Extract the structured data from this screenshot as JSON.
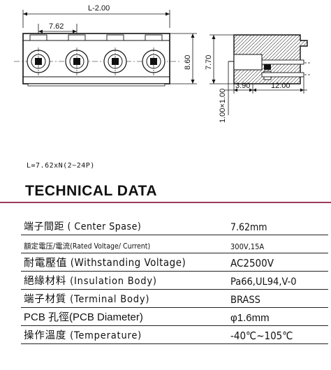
{
  "drawing": {
    "dims": {
      "overall_length": "L-2.00",
      "pitch": "7.62",
      "height_front": "8.60",
      "height_side": "7.70",
      "pin_size": "1.00×1.00",
      "pin_offset": "3.90",
      "pin_length": "12.00"
    }
  },
  "formula": "L=7.62xN(2~24P)",
  "section_title": "TECHNICAL DATA",
  "specs": [
    {
      "label": "端子間距 ( Center Spase)",
      "value": "7.62mm"
    },
    {
      "label": "額定電压/電流(Rated Voltage/ Current)",
      "value": "300V,15A"
    },
    {
      "label": "耐電壓值 (Withstanding Voltage)",
      "value": "AC2500V"
    },
    {
      "label": "絕緣材料 (Insulation Body)",
      "value": "Pa66,UL94,V-0"
    },
    {
      "label": "端子材質 (Terminal Body)",
      "value": "BRASS"
    },
    {
      "label": "PCB 孔徑(PCB Diameter)",
      "value": "φ1.6mm"
    },
    {
      "label": "操作溫度 (Temperature)",
      "value": "-40℃~105℃"
    }
  ]
}
